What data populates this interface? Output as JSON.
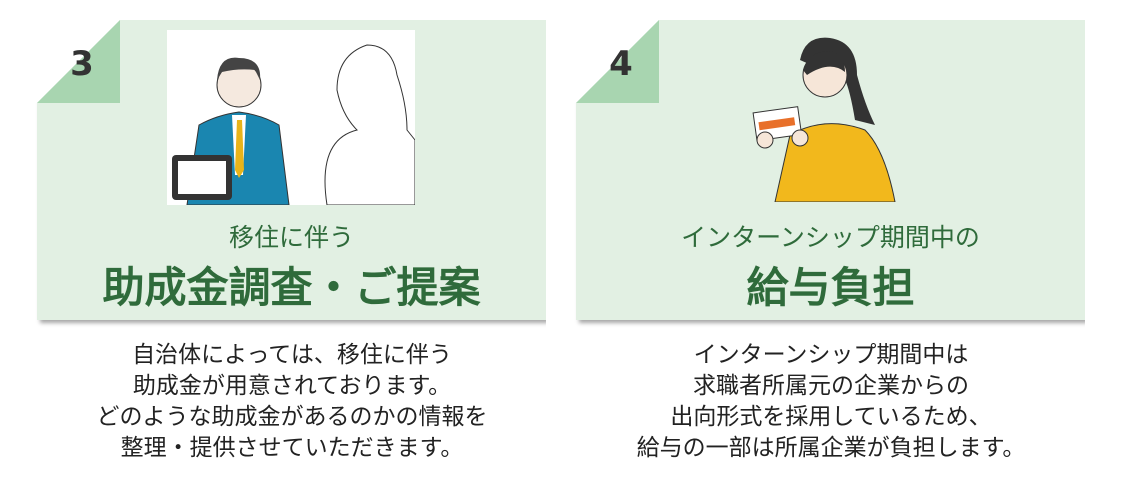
{
  "cards": [
    {
      "number": "3",
      "subtitle": "移住に伴う",
      "title": "助成金調査・ご提案",
      "description": [
        "自治体によっては、移住に伴う",
        "助成金が用意されております。",
        "どのような助成金があるのかの情報を",
        "整理・提供させていただきます。"
      ]
    },
    {
      "number": "4",
      "subtitle": "インターンシップ期間中の",
      "title": "給与負担",
      "description": [
        "インターンシップ期間中は",
        "求職者所属元の企業からの",
        "出向形式を採用しているため、",
        "給与の一部は所属企業が負担します。"
      ]
    }
  ],
  "colors": {
    "card_bg": "#e2f0e3",
    "fold": "#a8d5b0",
    "accent_text": "#2f6b3b"
  }
}
